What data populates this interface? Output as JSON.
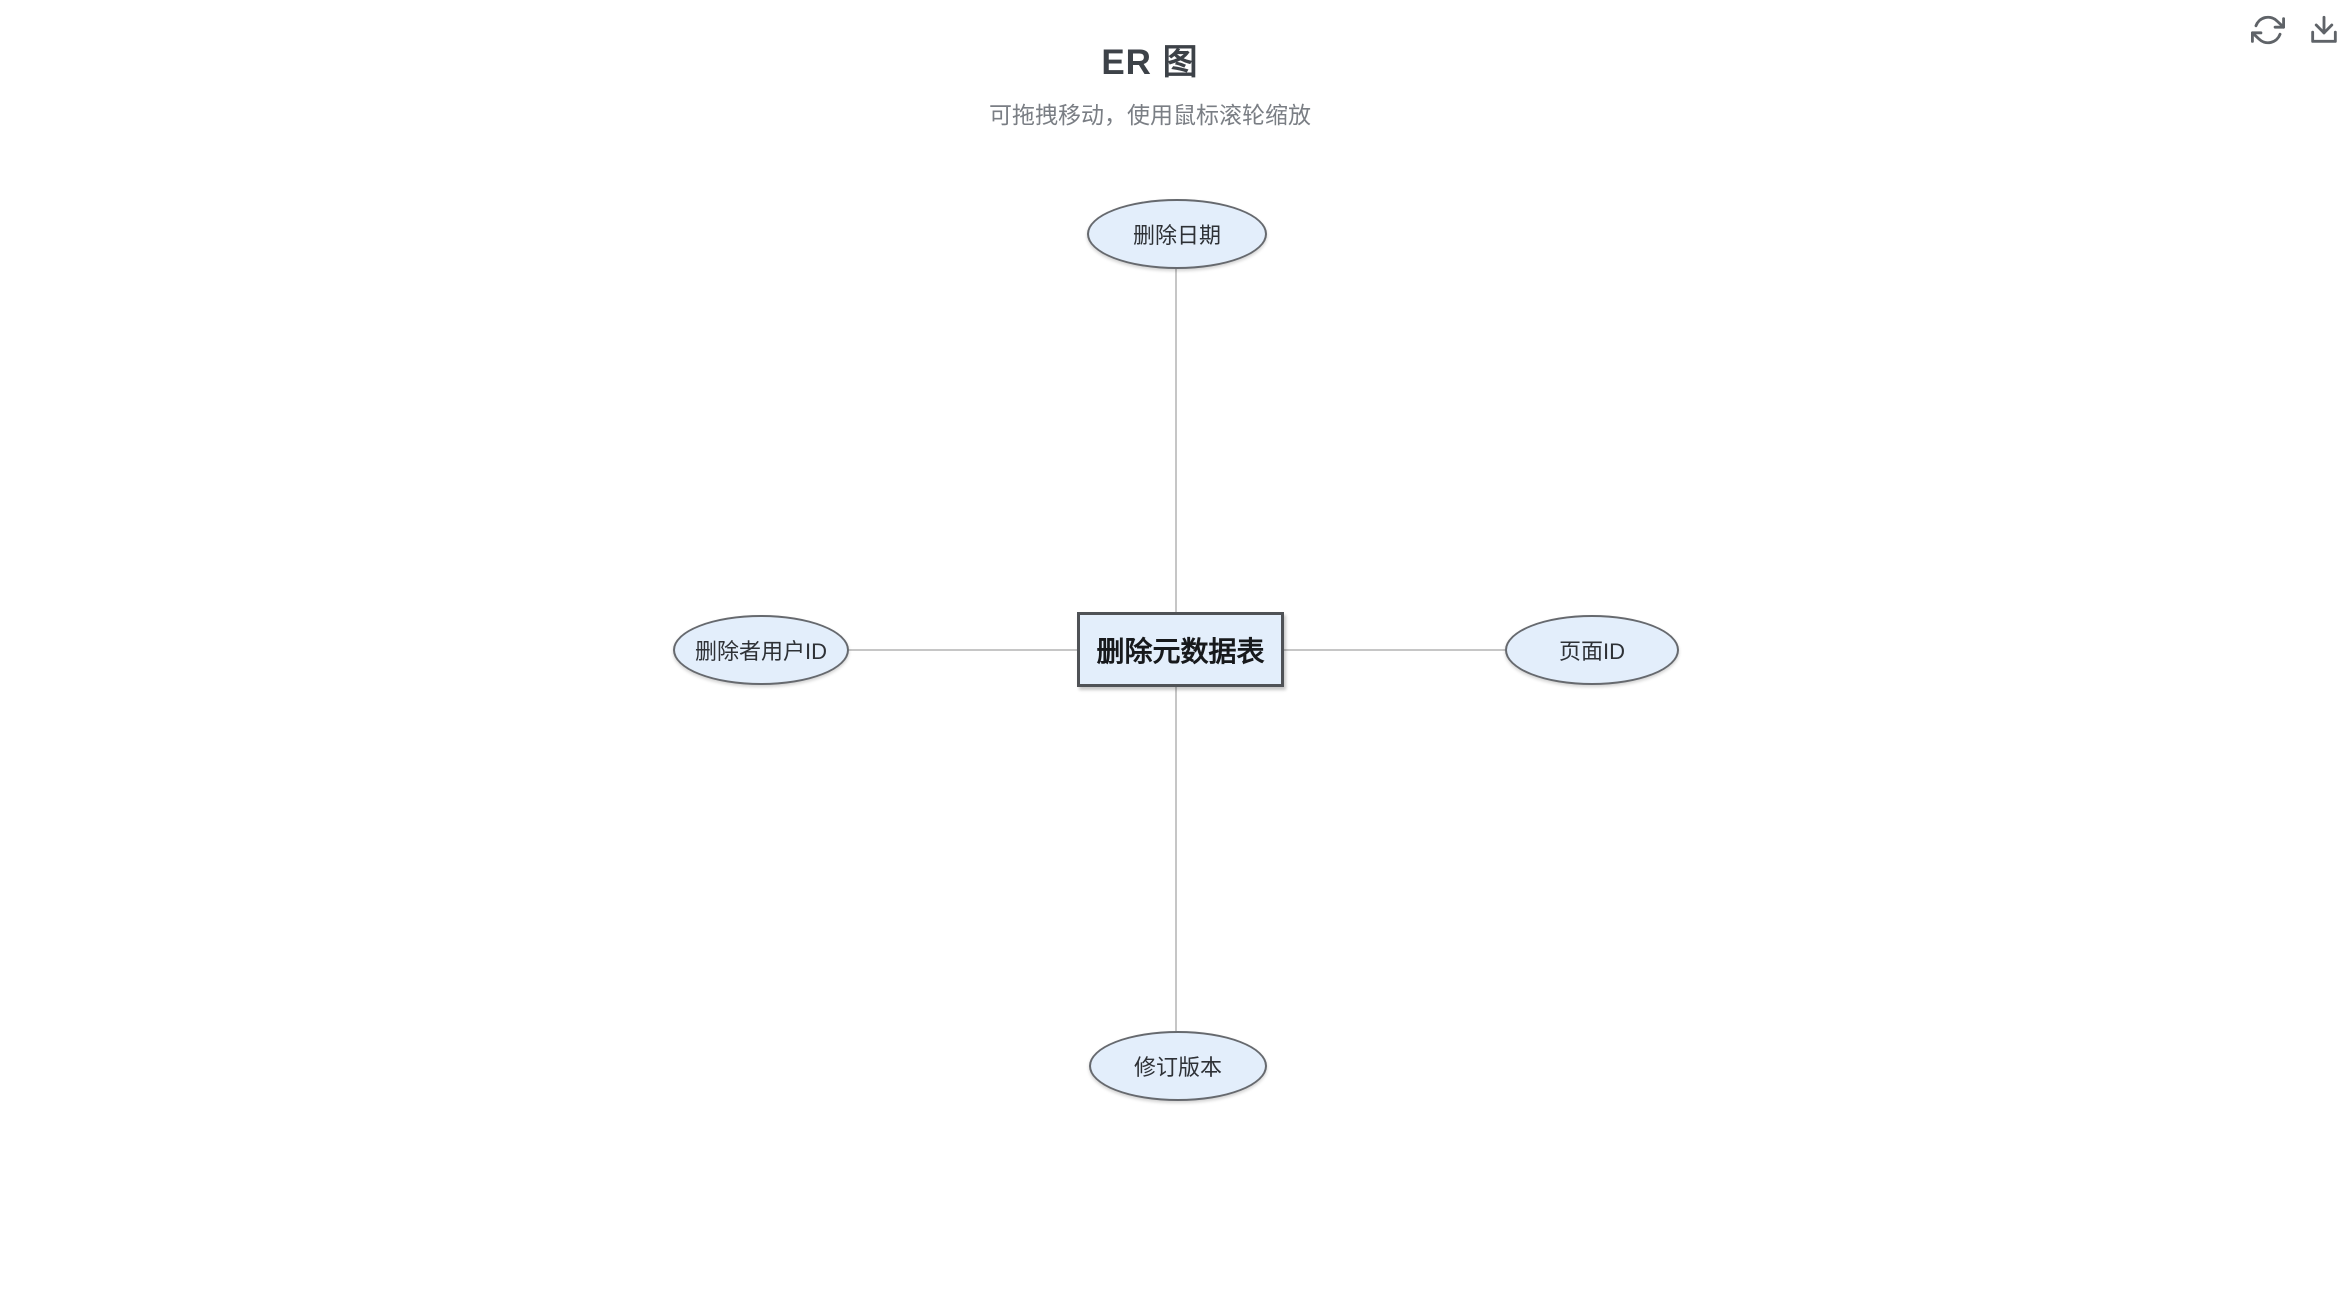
{
  "header": {
    "title": "ER 图",
    "subtitle": "可拖拽移动，使用鼠标滚轮缩放"
  },
  "toolbar": {
    "icons": [
      "refresh-icon",
      "download-icon"
    ]
  },
  "diagram": {
    "entity": {
      "label": "删除元数据表",
      "shape": "rectangle"
    },
    "attributes": [
      {
        "label": "删除日期",
        "position": "top",
        "shape": "ellipse"
      },
      {
        "label": "删除者用户ID",
        "position": "left",
        "shape": "ellipse"
      },
      {
        "label": "页面ID",
        "position": "right",
        "shape": "ellipse"
      },
      {
        "label": "修订版本",
        "position": "bottom",
        "shape": "ellipse"
      }
    ],
    "edges": [
      {
        "from": "删除元数据表",
        "to": "删除日期"
      },
      {
        "from": "删除元数据表",
        "to": "删除者用户ID"
      },
      {
        "from": "删除元数据表",
        "to": "页面ID"
      },
      {
        "from": "删除元数据表",
        "to": "修订版本"
      }
    ],
    "colors": {
      "node_fill": "#e3eefb",
      "ellipse_stroke": "#66696e",
      "entity_stroke": "#4f5256",
      "edge": "#c6c6c6",
      "icon": "#5f6368"
    }
  }
}
